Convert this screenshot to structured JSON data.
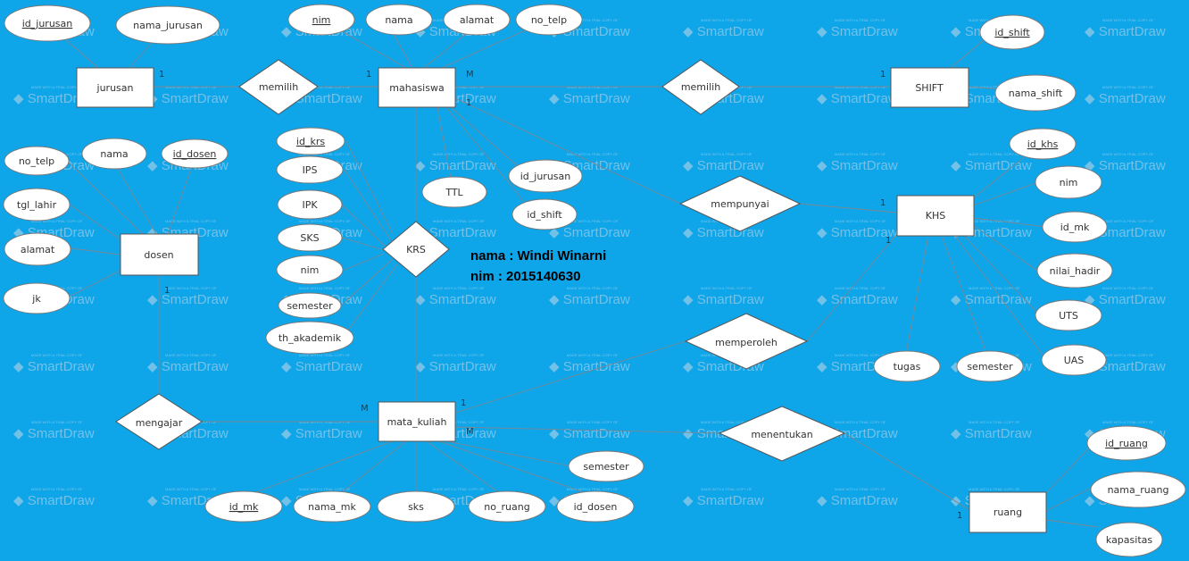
{
  "colors": {
    "background": "#0ea5e9",
    "shape_fill": "#ffffff",
    "line": "#7a8894"
  },
  "watermark": {
    "text": "SmartDraw",
    "small_text": "MADE WITH A TRIAL COPY OF"
  },
  "author": {
    "name_line": "nama : Windi Winarni",
    "nim_line": "nim : 2015140630"
  },
  "entities": {
    "jurusan": "jurusan",
    "mahasiswa": "mahasiswa",
    "shift": "SHIFT",
    "dosen": "dosen",
    "khs": "KHS",
    "mata_kuliah": "mata_kuliah",
    "ruang": "ruang"
  },
  "relationships": {
    "memilih_jurusan": "memilih",
    "memilih_shift": "memilih",
    "krs": "KRS",
    "mempunyai": "mempunyai",
    "memperoleh": "memperoleh",
    "mengajar": "mengajar",
    "menentukan": "menentukan"
  },
  "attributes": {
    "jurusan": {
      "id_jurusan": "id_jurusan",
      "nama_jurusan": "nama_jurusan"
    },
    "mahasiswa": {
      "nim": "nim",
      "nama": "nama",
      "alamat": "alamat",
      "no_telp": "no_telp",
      "ttl": "TTL",
      "id_jurusan": "id_jurusan",
      "id_shift": "id_shift"
    },
    "shift": {
      "id_shift": "id_shift",
      "nama_shift": "nama_shift"
    },
    "dosen": {
      "no_telp": "no_telp",
      "nama": "nama",
      "id_dosen": "id_dosen",
      "tgl_lahir": "tgl_lahir",
      "alamat": "alamat",
      "jk": "jk"
    },
    "krs": {
      "id_krs": "id_krs",
      "ips": "IPS",
      "ipk": "IPK",
      "sks": "SKS",
      "nim": "nim",
      "semester": "semester",
      "th_akademik": "th_akademik"
    },
    "khs": {
      "id_khs": "id_khs",
      "nim": "nim",
      "id_mk": "id_mk",
      "nilai_hadir": "nilai_hadir",
      "uts": "UTS",
      "uas": "UAS",
      "tugas": "tugas",
      "semester": "semester"
    },
    "mata_kuliah": {
      "id_mk": "id_mk",
      "nama_mk": "nama_mk",
      "sks": "sks",
      "no_ruang": "no_ruang",
      "id_dosen": "id_dosen",
      "semester": "semester"
    },
    "ruang": {
      "id_ruang": "id_ruang",
      "nama_ruang": "nama_ruang",
      "kapasitas": "kapasitas"
    }
  },
  "cardinalities": {
    "jurusan_memilih": "1",
    "mahasiswa_memilih_left": "1",
    "mahasiswa_memilih_right": "M",
    "shift_memilih": "1",
    "mahasiswa_bottom": "1",
    "khs_mempunyai": "1",
    "khs_memperoleh": "1",
    "dosen_mengajar": "1",
    "mk_mengajar": "M",
    "mk_krs": "1",
    "mk_menentukan": "M",
    "ruang_menentukan": "1"
  }
}
